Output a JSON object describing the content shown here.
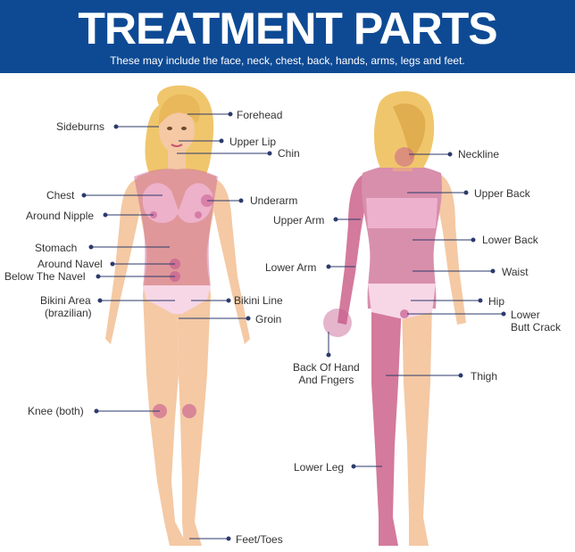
{
  "header": {
    "title": "TREATMENT PARTS",
    "subtitle": "These may include the face, neck, chest, back, hands, arms, legs and feet."
  },
  "colors": {
    "banner": "#0e4a94",
    "skin": "#f4c9a4",
    "skin_shade": "#e7aa83",
    "hair": "#f0c66c",
    "hair_dark": "#d9a243",
    "treatment_zone": "#c65a8f",
    "bra": "#f0b5d2",
    "label_text": "#333333",
    "leader_line": "#2b3a6b"
  },
  "front_labels": {
    "sideburns": "Sideburns",
    "forehead": "Forehead",
    "upper_lip": "Upper Lip",
    "chin": "Chin",
    "chest": "Chest",
    "underarm": "Underarm",
    "around_nipple": "Around Nipple",
    "stomach": "Stomach",
    "around_navel": "Around Navel",
    "below_navel": "Below The Navel",
    "bikini_area_1": "Bikini Area",
    "bikini_area_2": "(brazilian)",
    "bikini_line": "Bikini Line",
    "groin": "Groin",
    "knee": "Knee (both)",
    "feet_toes": "Feet/Toes"
  },
  "back_labels": {
    "neckline": "Neckline",
    "upper_back": "Upper Back",
    "upper_arm": "Upper Arm",
    "lower_back": "Lower Back",
    "lower_arm": "Lower Arm",
    "waist": "Waist",
    "hip": "Hip",
    "lower_butt_crack_1": "Lower",
    "lower_butt_crack_2": "Butt Crack",
    "back_of_hand_1": "Back Of Hand",
    "back_of_hand_2": "And Fngers",
    "thigh": "Thigh",
    "lower_leg": "Lower Leg"
  }
}
